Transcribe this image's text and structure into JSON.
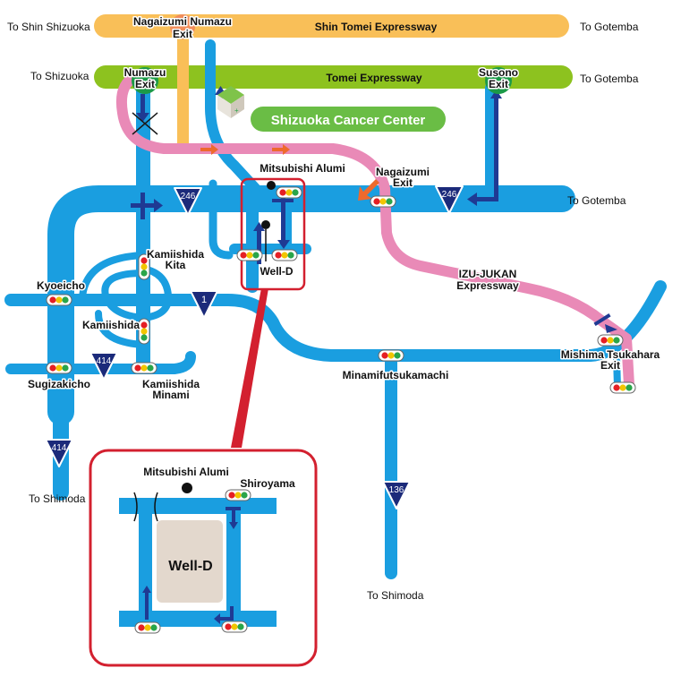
{
  "expressways": {
    "shin_tomei": "Shin Tomei Expressway",
    "tomei": "Tomei Expressway",
    "izu_jukan_line1": "IZU-JUKAN",
    "izu_jukan_line2": "Expressway"
  },
  "exits": {
    "nagaizumi_numazu_line1": "Nagaizumi Numazu",
    "nagaizumi_numazu_line2": "Exit",
    "numazu_line1": "Numazu",
    "numazu_line2": "Exit",
    "susono_line1": "Susono",
    "susono_line2": "Exit",
    "nagaizumi_line1": "Nagaizumi",
    "nagaizumi_line2": "Exit",
    "mishima_tsukahara_line1": "Mishima Tsukahara",
    "mishima_tsukahara_line2": "Exit"
  },
  "directions": {
    "shin_shizuoka": "To Shin Shizuoka",
    "gotemba_top": "To Gotemba",
    "shizuoka": "To Shizuoka",
    "gotemba_tomei": "To Gotemba",
    "gotemba_246": "To Gotemba",
    "shimoda_left": "To Shimoda",
    "shimoda_center": "To Shimoda"
  },
  "landmarks": {
    "cancer_center": "Shizuoka Cancer Center",
    "mitsubishi_alumi": "Mitsubishi Alumi",
    "well_d": "Well-D"
  },
  "intersections": {
    "kamiishida_kita_line1": "Kamiishida",
    "kamiishida_kita_line2": "Kita",
    "kyoeicho": "Kyoeicho",
    "kamiishida": "Kamiishida",
    "sugizakicho": "Sugizakicho",
    "kamiishida_minami_line1": "Kamiishida",
    "kamiishida_minami_line2": "Minami",
    "minamifutsukamachi": "Minamifutsukamachi"
  },
  "route_numbers": {
    "r246_a": "246",
    "r246_b": "246",
    "r1": "1",
    "r414_a": "414",
    "r414_b": "414",
    "r136": "136"
  },
  "inset": {
    "mitsubishi_alumi": "Mitsubishi Alumi",
    "shiroyama": "Shiroyama",
    "well_d": "Well-D"
  },
  "colors": {
    "road": "#1a9ee0",
    "shin_tomei": "#f9bf58",
    "tomei": "#8dc21f",
    "izu_jukan": "#e98ab7",
    "exit_marker": "#1c9a48",
    "cancer_center": "#6abd45",
    "route_shield": "#1b2a7a",
    "arrow_blue": "#1f3a93",
    "arrow_orange": "#ee6a2d",
    "highlight": "#d3202f",
    "building": "#e3d8cd"
  }
}
